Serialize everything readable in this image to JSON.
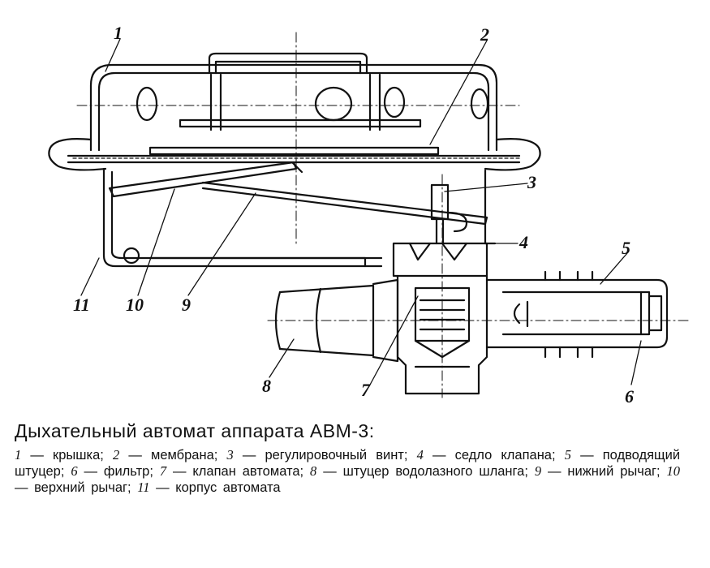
{
  "callouts": [
    "1",
    "2",
    "3",
    "4",
    "5",
    "6",
    "7",
    "8",
    "9",
    "10",
    "11"
  ],
  "caption": {
    "title": "Дыхательный автомат аппарата АВМ-3:",
    "legend": [
      {
        "num": "1",
        "text": "крышка;"
      },
      {
        "num": "2",
        "text": "мембрана;"
      },
      {
        "num": "3",
        "text": "регулировочный винт;"
      },
      {
        "num": "4",
        "text": "седло клапана;"
      },
      {
        "num": "5",
        "text": "подводящий штуцер;"
      },
      {
        "num": "6",
        "text": "фильтр;"
      },
      {
        "num": "7",
        "text": "клапан автомата;"
      },
      {
        "num": "8",
        "text": "штуцер водолазного шланга;"
      },
      {
        "num": "9",
        "text": "нижний рычаг;"
      },
      {
        "num": "10",
        "text": "верхний рычаг;"
      },
      {
        "num": "11",
        "text": "корпус автомата"
      }
    ]
  }
}
